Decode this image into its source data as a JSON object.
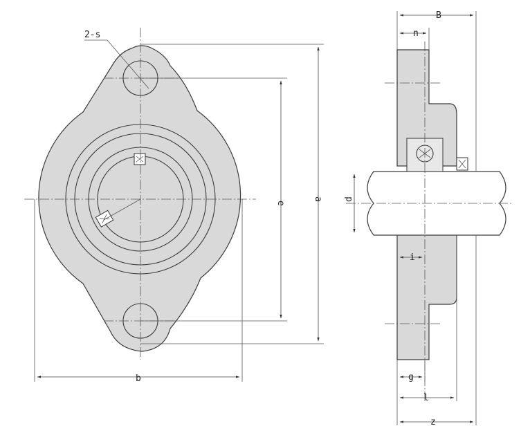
{
  "labels": {
    "bolt_holes": "2-s",
    "dim_a": "a",
    "dim_b": "b",
    "dim_e": "e",
    "dim_B": "B",
    "dim_n": "n",
    "dim_d": "d",
    "dim_i": "i",
    "dim_g": "g",
    "dim_l": "l",
    "dim_z": "z"
  },
  "colors": {
    "body_fill": "#d9d9d9",
    "line": "#3a3a3a"
  }
}
